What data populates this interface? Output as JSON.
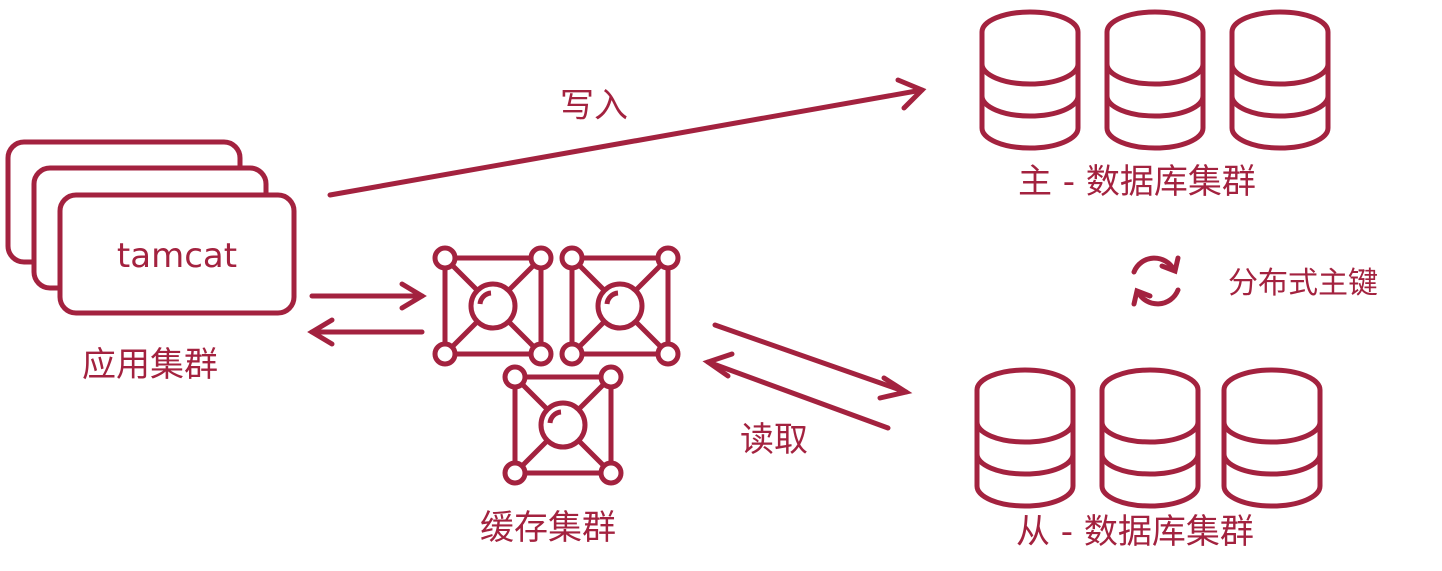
{
  "colors": {
    "accent": "#a3223f",
    "background": "#ffffff"
  },
  "app_cluster": {
    "server_text": "tamcat",
    "label": "应用集群"
  },
  "cache_cluster": {
    "label": "缓存集群"
  },
  "master_db": {
    "label": "主 - 数据库集群"
  },
  "slave_db": {
    "label": "从 - 数据库集群"
  },
  "sync": {
    "icon": "refresh-icon",
    "label": "分布式主键"
  },
  "edges": {
    "write_label": "写入",
    "read_label": "读取"
  }
}
